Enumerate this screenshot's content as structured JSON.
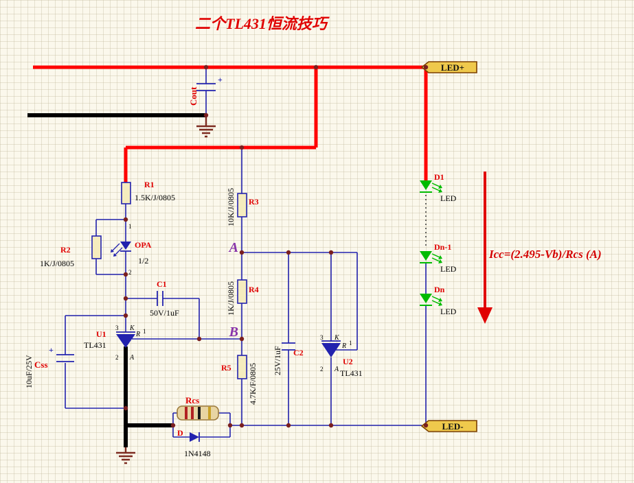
{
  "title": "二个TL431恒流技巧",
  "annotation": {
    "formula": "Icc=(2.495-Vb)/Rcs  (A)"
  },
  "tags": {
    "led_plus": "LED+",
    "led_minus": "LED-"
  },
  "nodes": {
    "a": "A",
    "b": "B"
  },
  "pins": {
    "n1": "1",
    "n2": "2",
    "n3": "3",
    "k": "K",
    "r": "R",
    "a": "A",
    "plus": "+"
  },
  "components": {
    "cout": {
      "ref": "Cout"
    },
    "css": {
      "ref": "Css",
      "value": "10uF/25V"
    },
    "r1": {
      "ref": "R1",
      "value": "1.5K/J/0805"
    },
    "r2": {
      "ref": "R2",
      "value": "1K/J/0805"
    },
    "r3": {
      "ref": "R3",
      "value": "10K/J/0805"
    },
    "r4": {
      "ref": "R4",
      "value": "1K/J/0805"
    },
    "r5": {
      "ref": "R5",
      "value": "4.7K/F/0805"
    },
    "rcs": {
      "ref": "Rcs"
    },
    "c1": {
      "ref": "C1",
      "value": "50V/1uF"
    },
    "c2": {
      "ref": "C2",
      "value": "25V/1uF"
    },
    "u1": {
      "ref": "U1",
      "value": "TL431"
    },
    "u2": {
      "ref": "U2",
      "value": "TL431"
    },
    "opa": {
      "ref": "OPA",
      "value": "1/2"
    },
    "d": {
      "ref": "D",
      "value": "1N4148"
    },
    "d1": {
      "ref": "D1",
      "value": "LED"
    },
    "dn_1": {
      "ref": "Dn-1",
      "value": "LED"
    },
    "dn": {
      "ref": "Dn",
      "value": "LED"
    }
  },
  "colors": {
    "background": "#FBF8EC",
    "grid": "#E3DCC3",
    "wire": "#2222AE",
    "power_rail": "#FF0000",
    "ground_wire": "#000000",
    "designator": "#E00000",
    "value_text": "#000000",
    "node_label": "#8833AA",
    "led_green": "#00BB00",
    "tag_fill": "#EFC94C",
    "tag_border": "#7B3F00",
    "junction": "#7A1F1F",
    "ground_symbol": "#7D2B20",
    "annotation_red": "#D40000"
  }
}
